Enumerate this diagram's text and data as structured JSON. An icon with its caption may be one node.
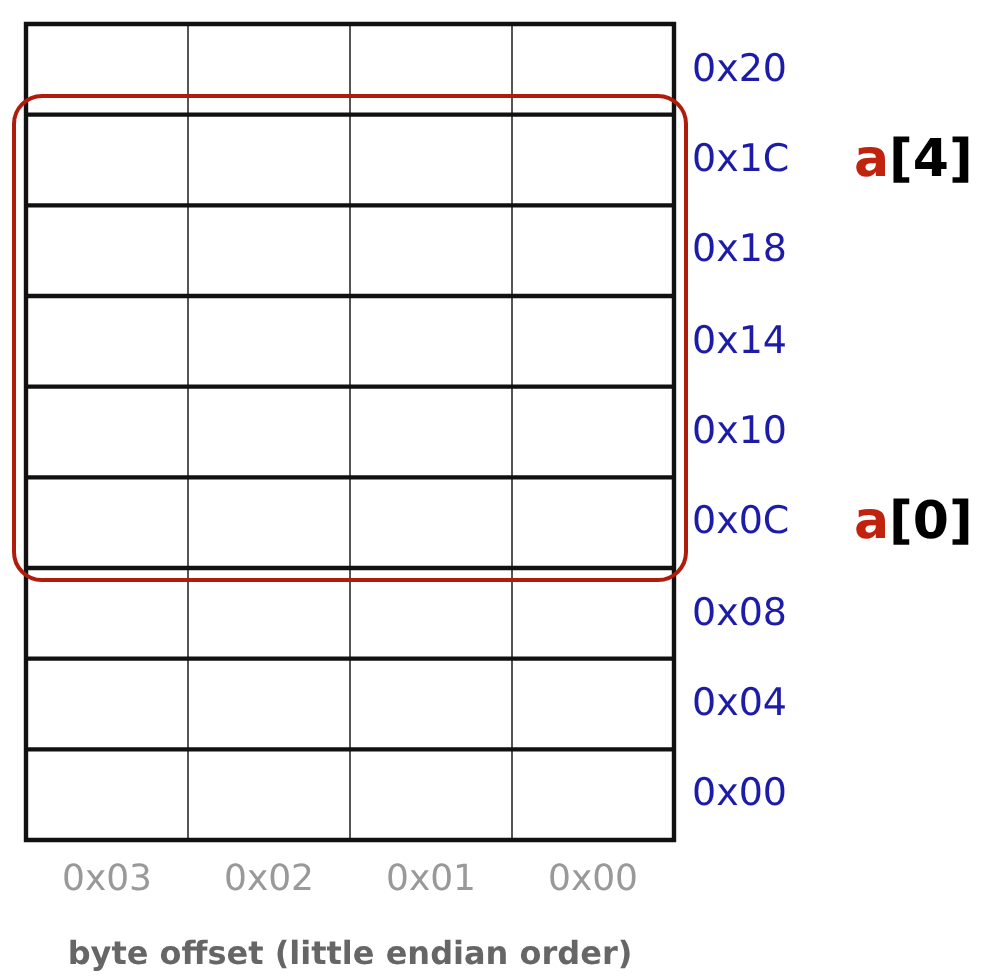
{
  "diagram": {
    "caption": "byte offset (little endian order)",
    "labels": [
      "0x20",
      "0x1C",
      "a[4]",
      "0x18",
      "0x14",
      "0x10",
      "0x0C",
      "a[0]",
      "0x08",
      "0x04",
      "0x00",
      "0x03",
      "0x02",
      "0x01",
      "0x00"
    ]
  }
}
